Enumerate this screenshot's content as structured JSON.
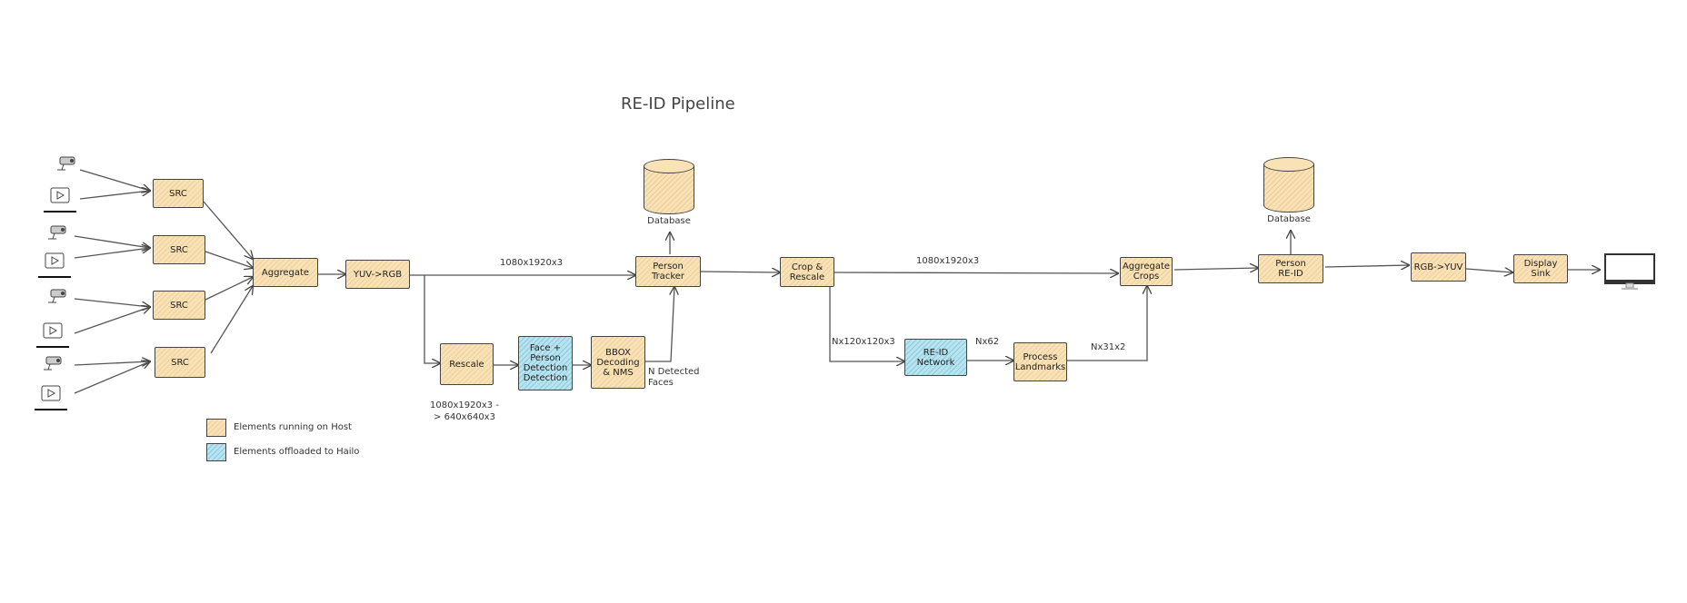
{
  "title": "RE-ID Pipeline",
  "nodes": {
    "src1": "SRC",
    "src2": "SRC",
    "src3": "SRC",
    "src4": "SRC",
    "aggregate": "Aggregate",
    "yuv_rgb": "YUV->RGB",
    "rescale": "Rescale",
    "face_detection": "Face + Person Detection Detection",
    "bbox": "BBOX Decoding & NMS",
    "person_tracker": "Person Tracker",
    "crop_rescale": "Crop & Rescale",
    "reid_network": "RE-ID Network",
    "process_landmarks": "Process Landmarks",
    "aggregate_crops": "Aggregate Crops",
    "person_reid": "Person RE-ID",
    "rgb_yuv": "RGB->YUV",
    "display_sink": "Display Sink"
  },
  "databases": {
    "db1": "Database",
    "db2": "Database"
  },
  "edge_labels": {
    "top1": "1080x1920x3",
    "top2": "1080x1920x3",
    "rescale_dims": "1080x1920x3 -> 640x640x3",
    "detected_faces": "N Detected Faces",
    "crop_dims": "Nx120x120x3",
    "nx62": "Nx62",
    "nx31x2": "Nx31x2"
  },
  "legend": {
    "host": "Elements running on Host",
    "hailo": "Elements offloaded to Hailo"
  },
  "colors": {
    "host": "#f9e2b6",
    "hailo": "#b8e4f0",
    "stroke": "#444444"
  },
  "icons": [
    "camera-icon",
    "video-player-icon",
    "monitor-icon"
  ]
}
